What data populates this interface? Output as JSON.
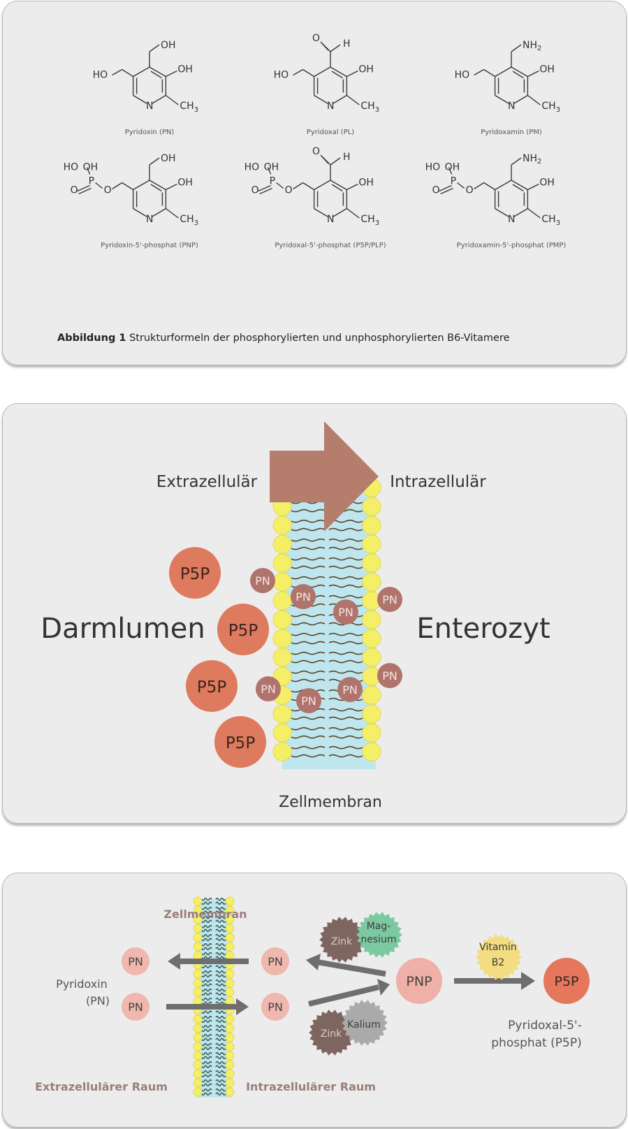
{
  "figure1": {
    "molecules": [
      {
        "name": "Pyridoxin (PN)",
        "top_group": "OH",
        "phosphate": false
      },
      {
        "name": "Pyridoxal (PL)",
        "top_group": "CHO",
        "phosphate": false
      },
      {
        "name": "Pyridoxamin (PM)",
        "top_group": "NH2",
        "phosphate": false
      },
      {
        "name": "Pyridoxin-5'-phosphat (PNP)",
        "top_group": "OH",
        "phosphate": true
      },
      {
        "name": "Pyridoxal-5'-phosphat (P5P/PLP)",
        "top_group": "CHO",
        "phosphate": true
      },
      {
        "name": "Pyridoxamin-5'-phosphat (PMP)",
        "top_group": "NH2",
        "phosphate": true
      }
    ],
    "atoms": {
      "oh": "OH",
      "ho": "HO",
      "o": "O",
      "h": "H",
      "n": "N",
      "p": "P",
      "nh": "NH",
      "two": "2",
      "ch": "CH",
      "three": "3"
    },
    "caption_bold": "Abbildung 1",
    "caption_text": " Strukturformeln der phosphorylierten und unphosphorylierten B6-Vitamere"
  },
  "figure2": {
    "extracellular_label": "Extrazellulär",
    "intracellular_label": "Intrazellulär",
    "lumen_label": "Darmlumen",
    "cell_label": "Enterozyt",
    "membrane_label": "Zellmembran",
    "p5p_label": "P5P",
    "pn_label": "PN",
    "colors": {
      "p5p": "#de7a5d",
      "pn": "#b0746c",
      "arrow": "#b57d6b",
      "lipid_head": "#f4ef67",
      "membrane_core": "#bfe6ef"
    }
  },
  "figure3": {
    "membrane_label": "Zellmembran",
    "pn_label": "PN",
    "pyridoxin_label_line1": "Pyridoxin",
    "pyridoxin_label_line2": "(PN)",
    "pnp_label": "PNP",
    "p5p_label": "P5P",
    "zink_label": "Zink",
    "magnesium_line1": "Mag-",
    "magnesium_line2": "nesium",
    "kalium_label": "Kalium",
    "vitamin_line1": "Vitamin",
    "vitamin_line2": "B2",
    "p5p_name_line1": "Pyridoxal-5'-",
    "p5p_name_line2": "phosphat (P5P)",
    "extracellular_space": "Extrazellulärer Raum",
    "intracellular_space": "Intrazellulärer Raum",
    "colors": {
      "pn": "#efb7ad",
      "pnp": "#eeb0a7",
      "p5p": "#e4775c",
      "zink": "#7f6560",
      "magnesium": "#7cc9a1",
      "kalium": "#aaaaaa",
      "vitamin": "#f3dc81",
      "arrow": "#6e6e6e",
      "heading": "#9a7e78"
    }
  }
}
